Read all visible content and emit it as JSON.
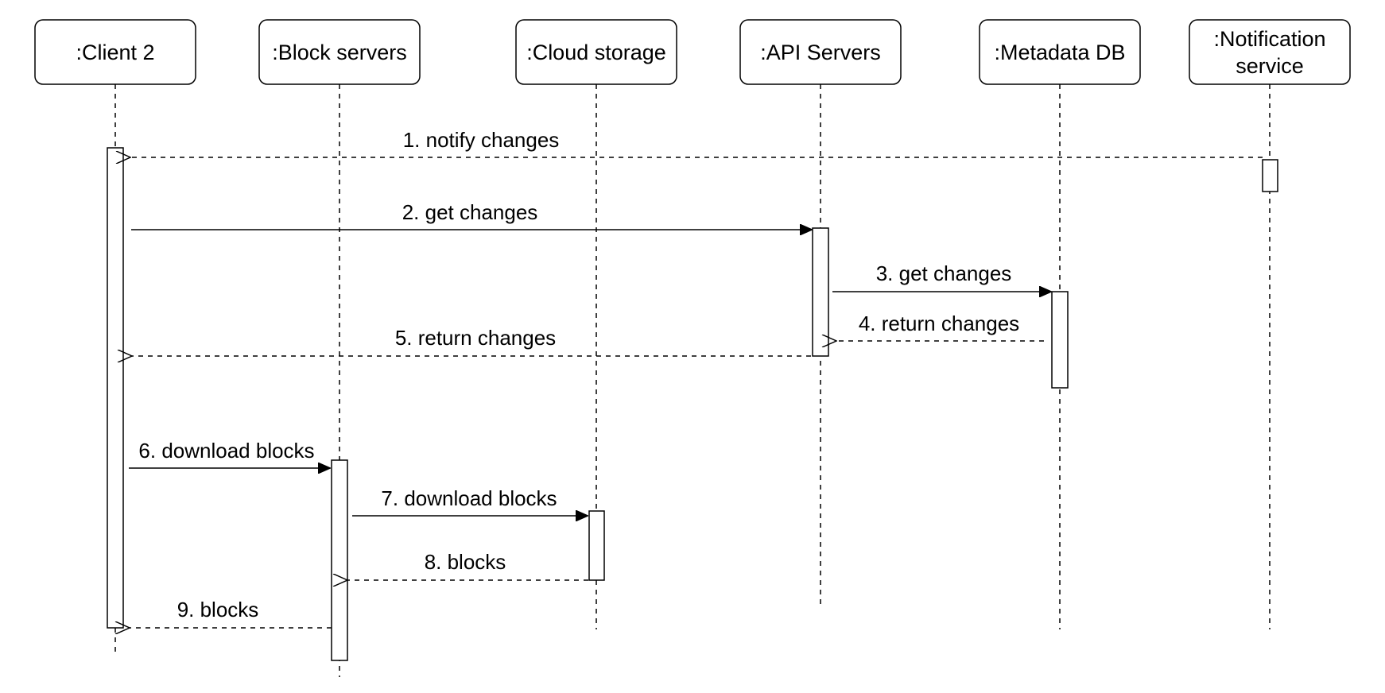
{
  "participants": [
    {
      "id": "client2",
      "lines": [
        ":Client 2"
      ]
    },
    {
      "id": "block",
      "lines": [
        ":Block servers"
      ]
    },
    {
      "id": "cloud",
      "lines": [
        ":Cloud storage"
      ]
    },
    {
      "id": "api",
      "lines": [
        ":API Servers"
      ]
    },
    {
      "id": "metadata",
      "lines": [
        ":Metadata DB"
      ]
    },
    {
      "id": "notification",
      "lines": [
        ":Notification",
        "service"
      ]
    }
  ],
  "messages": [
    {
      "label": "1. notify changes",
      "from": "notification",
      "to": "client2",
      "style": "return"
    },
    {
      "label": "2. get changes",
      "from": "client2",
      "to": "api",
      "style": "call"
    },
    {
      "label": "3. get changes",
      "from": "api",
      "to": "metadata",
      "style": "call"
    },
    {
      "label": "4. return changes",
      "from": "metadata",
      "to": "api",
      "style": "return"
    },
    {
      "label": "5. return changes",
      "from": "api",
      "to": "client2",
      "style": "return"
    },
    {
      "label": "6. download blocks",
      "from": "client2",
      "to": "block",
      "style": "call"
    },
    {
      "label": "7. download blocks",
      "from": "block",
      "to": "cloud",
      "style": "call"
    },
    {
      "label": "8. blocks",
      "from": "cloud",
      "to": "block",
      "style": "return"
    },
    {
      "label": "9. blocks",
      "from": "block",
      "to": "client2",
      "style": "return"
    }
  ],
  "colors": {
    "stroke": "#000000",
    "background": "#ffffff"
  }
}
